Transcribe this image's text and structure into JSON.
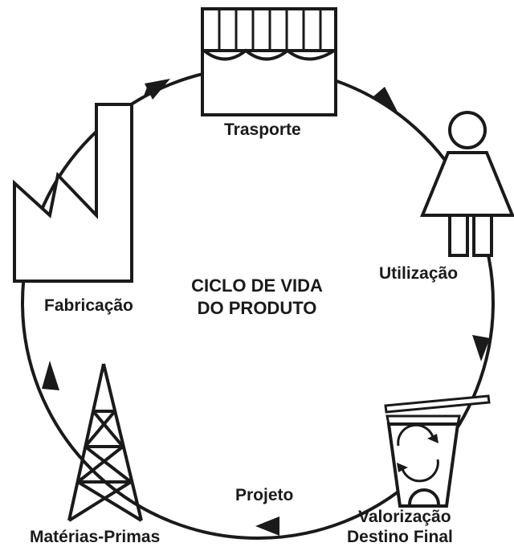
{
  "diagram": {
    "center_title": [
      "CICLO DE VIDA",
      "DO PRODUTO"
    ],
    "stages": {
      "trasporte": "Trasporte",
      "utilizacao": "Utilização",
      "valorizacao_line1": "Valorização",
      "valorizacao_line2": "Destino Final",
      "projeto": "Projeto",
      "materias_primas": "Matérias-Primas",
      "fabricacao": "Fabricação"
    },
    "colors": {
      "stroke": "#1a1a1a",
      "background": "#ffffff"
    },
    "icons": [
      "truck-icon",
      "person-icon",
      "recycle-bin-icon",
      "tower-icon",
      "factory-icon"
    ]
  }
}
